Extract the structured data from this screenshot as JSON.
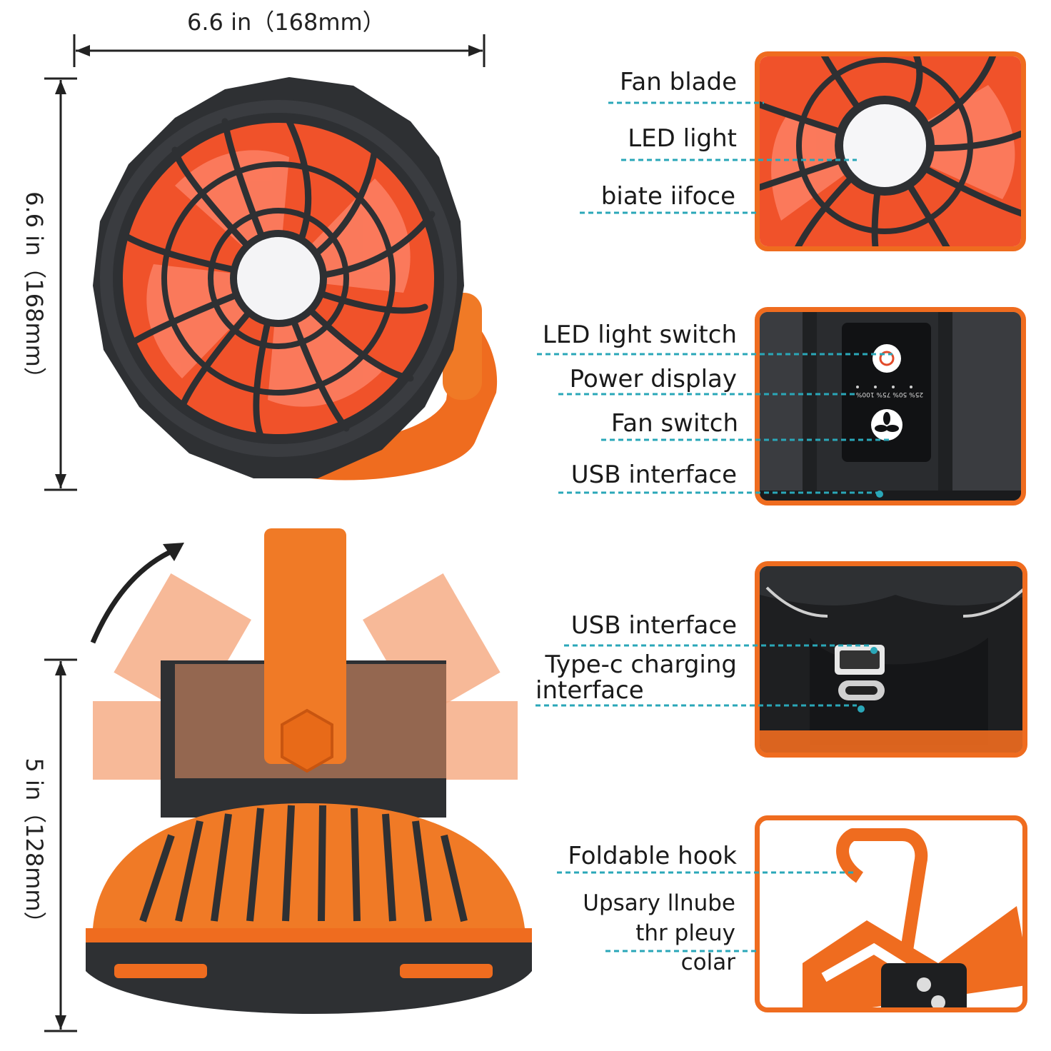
{
  "dimensions": {
    "width_top": "6.6 in（168mm）",
    "height_top": "6.6 in（168mm）",
    "height_bottom": "5 in（128mm）"
  },
  "callouts": {
    "fan_blade": "Fan blade",
    "led_light": "LED light",
    "biate_iifoce": "biate iifoce",
    "led_light_switch": "LED light switch",
    "power_display": "Power display",
    "fan_switch": "Fan switch",
    "usb_interface_1": "USB  interface",
    "usb_interface_2": "USB interface",
    "typec_line1": "Type-c charging",
    "typec_line2": "interface",
    "foldable_hook": "Foldable hook",
    "upsary_line1": "Upsary llnube",
    "upsary_line2": "thr pleuy",
    "upsary_line3": "colar"
  },
  "panel_text": {
    "battery_levels": "25% 50% 75% 100%"
  },
  "colors": {
    "accent_orange": "#ef6c1f",
    "dashed_teal": "#2aa7b8",
    "fan_red": "#f0522a",
    "body_dark": "#2e3033"
  }
}
